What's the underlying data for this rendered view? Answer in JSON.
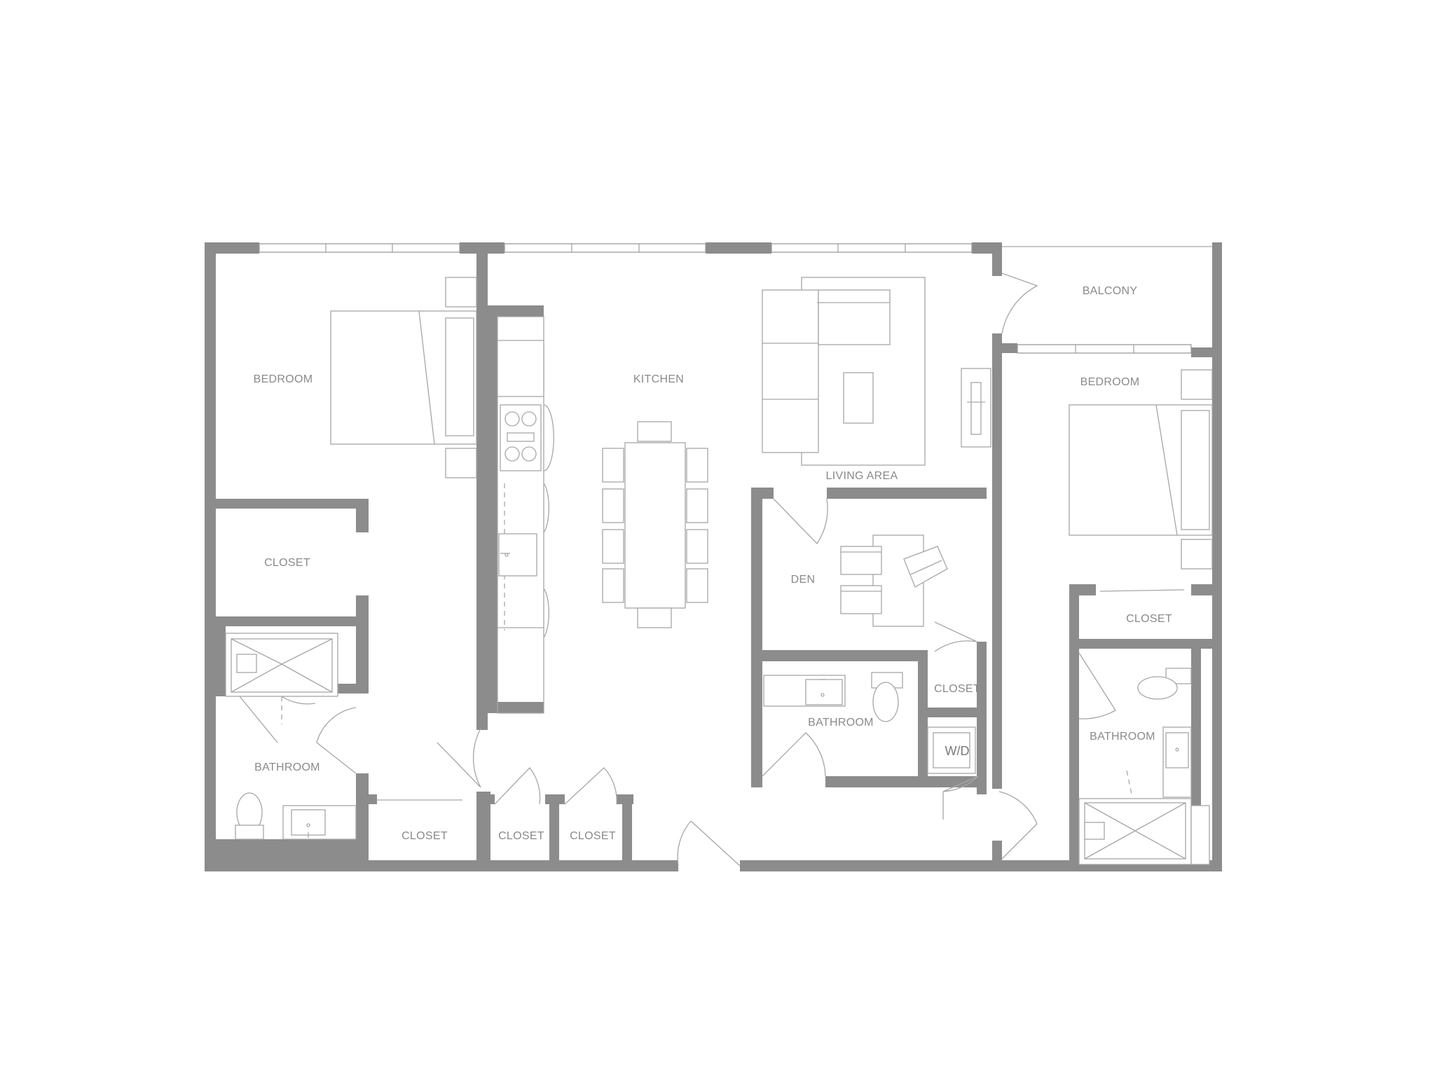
{
  "rooms": {
    "bedroom_left": "BEDROOM",
    "kitchen": "KITCHEN",
    "living_area": "LIVING AREA",
    "balcony": "BALCONY",
    "bedroom_right": "BEDROOM",
    "closet_left": "CLOSET",
    "den": "DEN",
    "closet_right": "CLOSET",
    "closet_den": "CLOSET",
    "bathroom_left": "BATHROOM",
    "bathroom_middle": "BATHROOM",
    "bathroom_right": "BATHROOM",
    "washer_dryer": "W/D",
    "closet_bottom_1": "CLOSET",
    "closet_bottom_2": "CLOSET",
    "closet_bottom_3": "CLOSET"
  },
  "colors": {
    "wall": "#8c8c8c",
    "fixture_line": "#a6a6a6",
    "label": "#8a8a8a",
    "background": "#ffffff"
  }
}
